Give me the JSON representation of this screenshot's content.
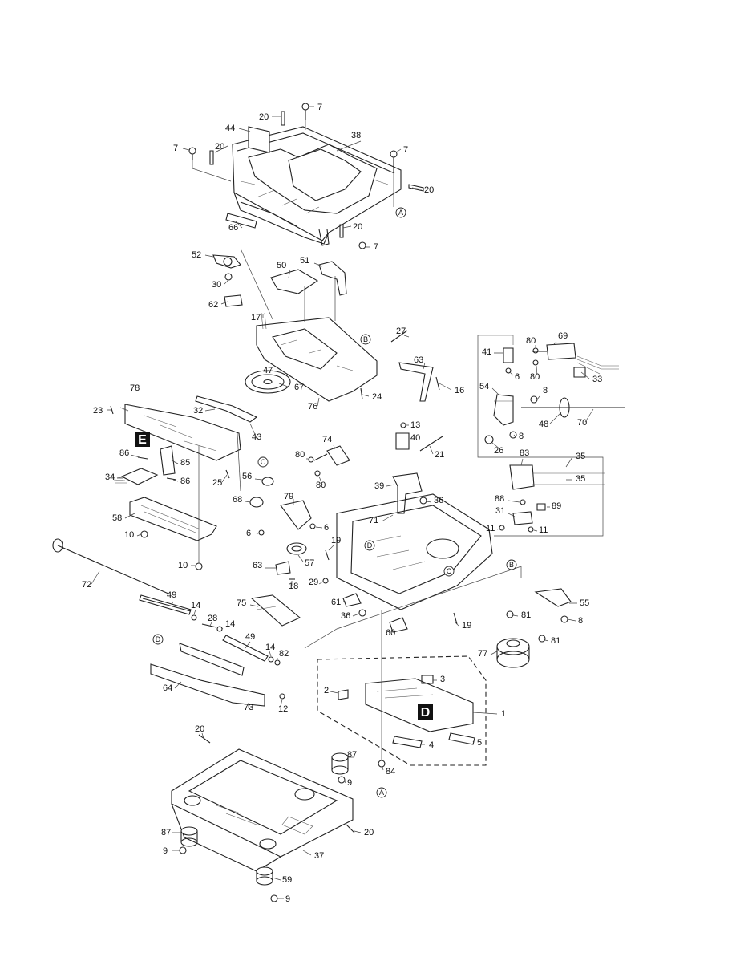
{
  "section_markers": [
    {
      "id": "E",
      "label": "E"
    },
    {
      "id": "D",
      "label": "D"
    }
  ],
  "ref_marks": [
    {
      "id": "a1",
      "label": "A"
    },
    {
      "id": "a2",
      "label": "A"
    },
    {
      "id": "b1",
      "label": "B"
    },
    {
      "id": "b2",
      "label": "B"
    },
    {
      "id": "c1",
      "label": "C"
    },
    {
      "id": "c2",
      "label": "C"
    },
    {
      "id": "d1",
      "label": "D"
    },
    {
      "id": "d2",
      "label": "D"
    }
  ],
  "callouts": [
    {
      "id": "c-7a",
      "label": "7"
    },
    {
      "id": "c-20a",
      "label": "20"
    },
    {
      "id": "c-44",
      "label": "44"
    },
    {
      "id": "c-38",
      "label": "38"
    },
    {
      "id": "c-7b",
      "label": "7"
    },
    {
      "id": "c-20b",
      "label": "20"
    },
    {
      "id": "c-7c",
      "label": "7"
    },
    {
      "id": "c-20c",
      "label": "20"
    },
    {
      "id": "c-66",
      "label": "66"
    },
    {
      "id": "c-20d",
      "label": "20"
    },
    {
      "id": "c-7d",
      "label": "7"
    },
    {
      "id": "c-52",
      "label": "52"
    },
    {
      "id": "c-50",
      "label": "50"
    },
    {
      "id": "c-51",
      "label": "51"
    },
    {
      "id": "c-30",
      "label": "30"
    },
    {
      "id": "c-62",
      "label": "62"
    },
    {
      "id": "c-17",
      "label": "17"
    },
    {
      "id": "c-27",
      "label": "27"
    },
    {
      "id": "c-63a",
      "label": "63"
    },
    {
      "id": "c-47",
      "label": "47"
    },
    {
      "id": "c-67",
      "label": "67"
    },
    {
      "id": "c-16",
      "label": "16"
    },
    {
      "id": "c-24",
      "label": "24"
    },
    {
      "id": "c-76",
      "label": "76"
    },
    {
      "id": "c-78",
      "label": "78"
    },
    {
      "id": "c-23",
      "label": "23"
    },
    {
      "id": "c-32",
      "label": "32"
    },
    {
      "id": "c-43",
      "label": "43"
    },
    {
      "id": "c-86a",
      "label": "86"
    },
    {
      "id": "c-85",
      "label": "85"
    },
    {
      "id": "c-86b",
      "label": "86"
    },
    {
      "id": "c-25",
      "label": "25"
    },
    {
      "id": "c-34",
      "label": "34"
    },
    {
      "id": "c-58",
      "label": "58"
    },
    {
      "id": "c-10a",
      "label": "10"
    },
    {
      "id": "c-10b",
      "label": "10"
    },
    {
      "id": "c-41",
      "label": "41"
    },
    {
      "id": "c-80a",
      "label": "80"
    },
    {
      "id": "c-69",
      "label": "69"
    },
    {
      "id": "c-6a",
      "label": "6"
    },
    {
      "id": "c-80b",
      "label": "80"
    },
    {
      "id": "c-33",
      "label": "33"
    },
    {
      "id": "c-54",
      "label": "54"
    },
    {
      "id": "c-8a",
      "label": "8"
    },
    {
      "id": "c-48",
      "label": "48"
    },
    {
      "id": "c-70",
      "label": "70"
    },
    {
      "id": "c-8b",
      "label": "8"
    },
    {
      "id": "c-26",
      "label": "26"
    },
    {
      "id": "c-13",
      "label": "13"
    },
    {
      "id": "c-40",
      "label": "40"
    },
    {
      "id": "c-21",
      "label": "21"
    },
    {
      "id": "c-74",
      "label": "74"
    },
    {
      "id": "c-80c",
      "label": "80"
    },
    {
      "id": "c-80d",
      "label": "80"
    },
    {
      "id": "c-39",
      "label": "39"
    },
    {
      "id": "c-83",
      "label": "83"
    },
    {
      "id": "c-35a",
      "label": "35"
    },
    {
      "id": "c-35b",
      "label": "35"
    },
    {
      "id": "c-56",
      "label": "56"
    },
    {
      "id": "c-79",
      "label": "79"
    },
    {
      "id": "c-36a",
      "label": "36"
    },
    {
      "id": "c-88",
      "label": "88"
    },
    {
      "id": "c-89",
      "label": "89"
    },
    {
      "id": "c-31",
      "label": "31"
    },
    {
      "id": "c-68",
      "label": "68"
    },
    {
      "id": "c-6b",
      "label": "6"
    },
    {
      "id": "c-6c",
      "label": "6"
    },
    {
      "id": "c-71",
      "label": "71"
    },
    {
      "id": "c-11a",
      "label": "11"
    },
    {
      "id": "c-11b",
      "label": "11"
    },
    {
      "id": "c-19a",
      "label": "19"
    },
    {
      "id": "c-57",
      "label": "57"
    },
    {
      "id": "c-72",
      "label": "72"
    },
    {
      "id": "c-63b",
      "label": "63"
    },
    {
      "id": "c-18",
      "label": "18"
    },
    {
      "id": "c-29",
      "label": "29"
    },
    {
      "id": "c-55",
      "label": "55"
    },
    {
      "id": "c-49a",
      "label": "49"
    },
    {
      "id": "c-14a",
      "label": "14"
    },
    {
      "id": "c-75",
      "label": "75"
    },
    {
      "id": "c-61",
      "label": "61"
    },
    {
      "id": "c-36b",
      "label": "36"
    },
    {
      "id": "c-8c",
      "label": "8"
    },
    {
      "id": "c-28",
      "label": "28"
    },
    {
      "id": "c-14b",
      "label": "14"
    },
    {
      "id": "c-19b",
      "label": "19"
    },
    {
      "id": "c-60",
      "label": "60"
    },
    {
      "id": "c-81a",
      "label": "81"
    },
    {
      "id": "c-81b",
      "label": "81"
    },
    {
      "id": "c-49b",
      "label": "49"
    },
    {
      "id": "c-14c",
      "label": "14"
    },
    {
      "id": "c-82",
      "label": "82"
    },
    {
      "id": "c-77",
      "label": "77"
    },
    {
      "id": "c-3",
      "label": "3"
    },
    {
      "id": "c-2",
      "label": "2"
    },
    {
      "id": "c-64",
      "label": "64"
    },
    {
      "id": "c-73",
      "label": "73"
    },
    {
      "id": "c-12",
      "label": "12"
    },
    {
      "id": "c-1",
      "label": "1"
    },
    {
      "id": "c-4",
      "label": "4"
    },
    {
      "id": "c-5",
      "label": "5"
    },
    {
      "id": "c-20e",
      "label": "20"
    },
    {
      "id": "c-87a",
      "label": "87"
    },
    {
      "id": "c-9a",
      "label": "9"
    },
    {
      "id": "c-84",
      "label": "84"
    },
    {
      "id": "c-87b",
      "label": "87"
    },
    {
      "id": "c-20f",
      "label": "20"
    },
    {
      "id": "c-9b",
      "label": "9"
    },
    {
      "id": "c-37",
      "label": "37"
    },
    {
      "id": "c-59",
      "label": "59"
    },
    {
      "id": "c-9c",
      "label": "9"
    }
  ]
}
